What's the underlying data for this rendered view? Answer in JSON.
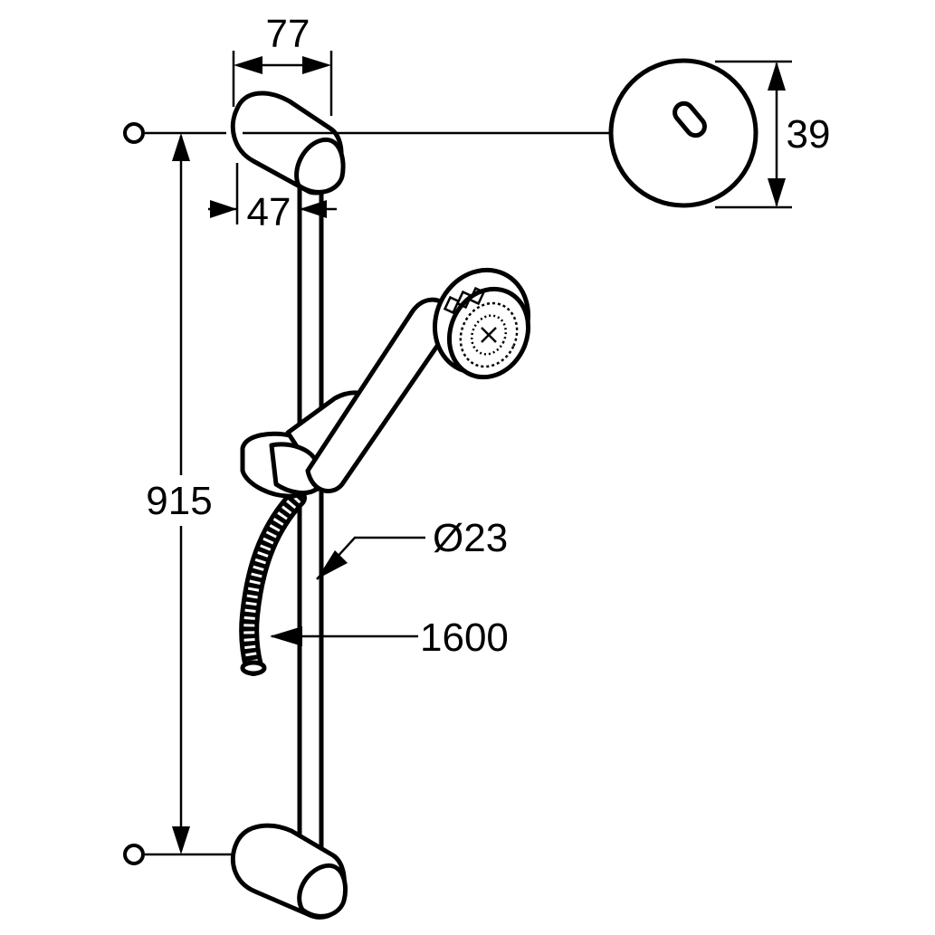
{
  "dimensions": {
    "bracket_width": "77",
    "bracket_depth": "47",
    "rosette_height": "39",
    "rail_length": "915",
    "rail_diameter": "Ø23",
    "hose_length": "1600"
  },
  "colors": {
    "ink": "#000000",
    "paper": "#ffffff"
  }
}
